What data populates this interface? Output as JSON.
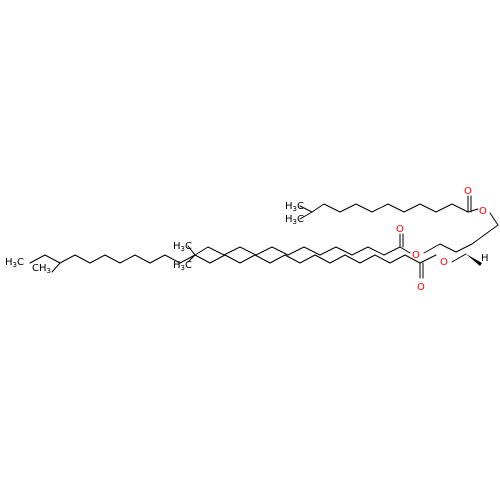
{
  "atom_labels": {
    "h3c": "H",
    "ch3": "CH",
    "three": "3",
    "c": "C",
    "o": "O",
    "h": "H"
  },
  "colors": {
    "bond": "#000000",
    "oxygen": "#ff0000",
    "background": "#ffffff"
  }
}
